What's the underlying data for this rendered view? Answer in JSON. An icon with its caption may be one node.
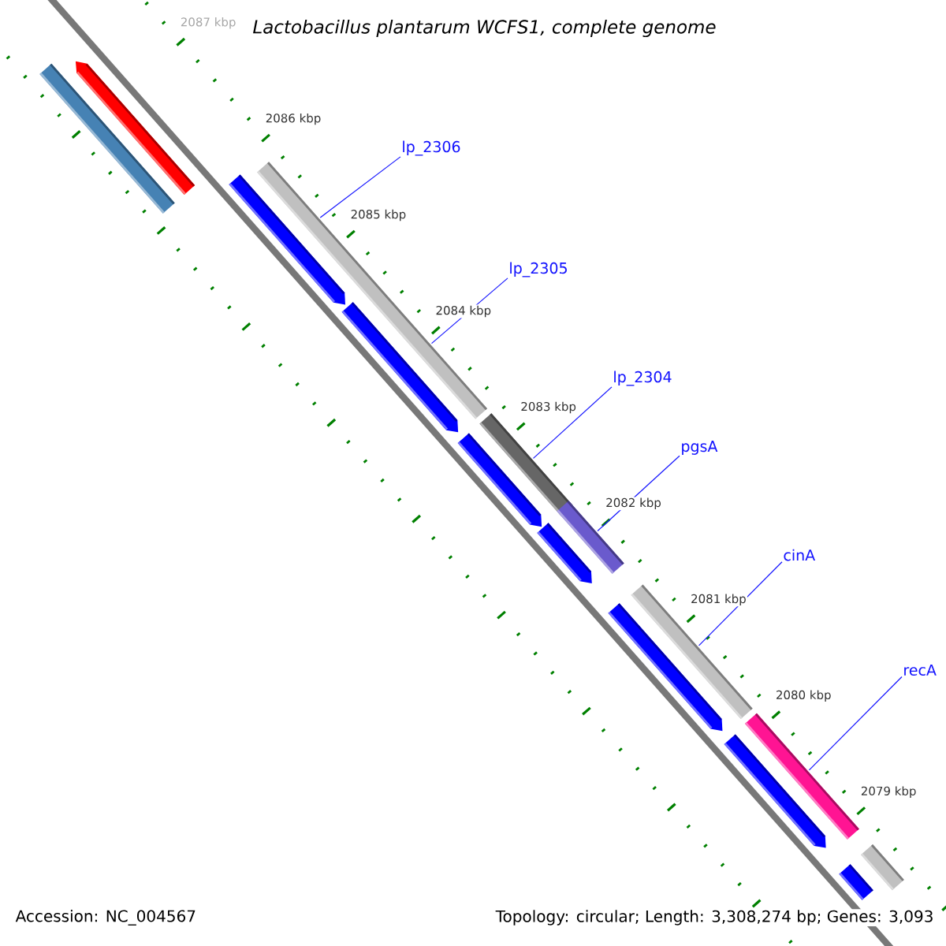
{
  "diagram": {
    "title": "Lactobacillus plantarum WCFS1, complete genome",
    "nodes": [
      {
        "text": [],
        "shape": "box"
      },
      {
        "text": [],
        "shape": "arrow"
      },
      {
        "text": [],
        "shape": "box"
      },
      {
        "text": [],
        "shape": "arrow"
      },
      {
        "text": [],
        "shape": "arrow"
      },
      {
        "text": [],
        "shape": "box"
      },
      {
        "text": [],
        "shape": "arrow"
      },
      {
        "text": [],
        "shape": "box"
      },
      {
        "text": [],
        "shape": "arrow"
      },
      {
        "text": [],
        "shape": "box"
      },
      {
        "text": [],
        "shape": "arrow"
      },
      {
        "text": [],
        "shape": "box"
      },
      {
        "text": [],
        "shape": "arrow"
      },
      {
        "text": [],
        "shape": "box"
      },
      {
        "text": [],
        "shape": "box"
      },
      {
        "text": [
          "lp_2306"
        ]
      },
      {
        "text": [
          "lp_2305"
        ]
      },
      {
        "text": [
          "lp_2304"
        ]
      },
      {
        "text": [
          "pgsA"
        ]
      },
      {
        "text": [
          "cinA"
        ]
      },
      {
        "text": [
          "recA"
        ]
      }
    ],
    "edges": [
      {
        "from": 15,
        "to": 2,
        "arrow": "none"
      },
      {
        "from": 16,
        "to": 2,
        "arrow": "none"
      },
      {
        "from": 17,
        "to": 5,
        "arrow": "none"
      },
      {
        "from": 18,
        "to": 7,
        "arrow": "none"
      },
      {
        "from": 19,
        "to": 9,
        "arrow": "none"
      },
      {
        "from": 20,
        "to": 11,
        "arrow": "none"
      }
    ],
    "labels": [
      "2087 kbp",
      "2086 kbp",
      "2085 kbp",
      "2084 kbp",
      "2083 kbp",
      "2082 kbp",
      "2081 kbp",
      "2080 kbp",
      "2079 kbp",
      "Accession: NC_004567",
      "Topology: circular; Length: 3,308,274 bp; Genes: 3,093"
    ]
  }
}
